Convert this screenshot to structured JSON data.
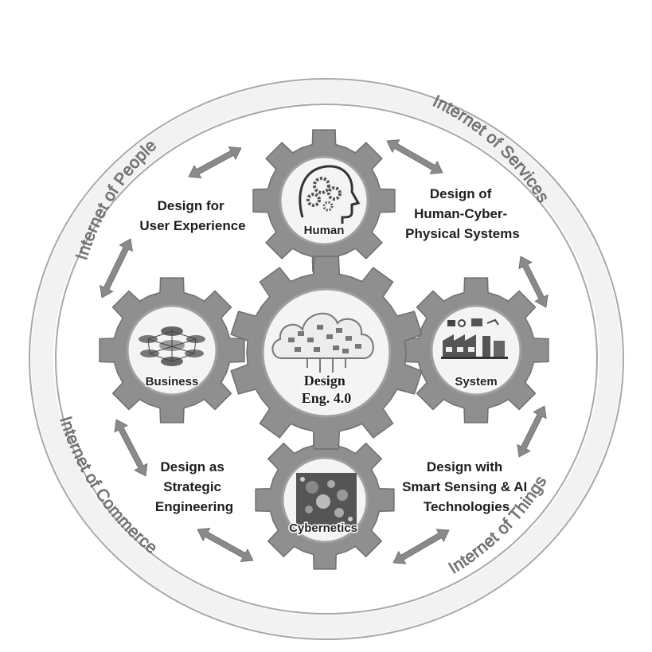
{
  "ring": {
    "people": "Internet of People",
    "services": "Internet of Services",
    "things": "Internet of Things",
    "commerce": "Internet of Commerce"
  },
  "design": {
    "user_experience": [
      "Design for",
      "User Experience"
    ],
    "hcps": [
      "Design of",
      "Human-Cyber-",
      "Physical Systems"
    ],
    "strategic": [
      "Design as",
      "Strategic",
      "Engineering"
    ],
    "smart_sensing": [
      "Design with",
      "Smart Sensing & AI",
      "Technologies"
    ]
  },
  "gears": {
    "human": "Human",
    "business": "Business",
    "system": "System",
    "cybernetics": "Cybernetics",
    "center_line1": "Design",
    "center_line2": "Eng. 4.0"
  },
  "colors": {
    "gear": "#8f8f8f",
    "ring_text": "#8a8a8a",
    "arrow": "#8a8a8a"
  }
}
